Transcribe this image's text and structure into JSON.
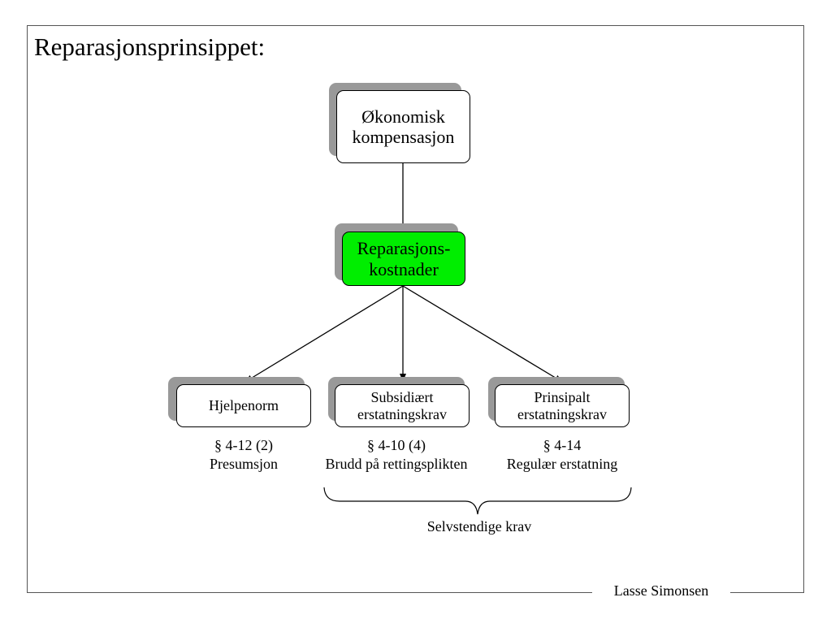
{
  "title": "Reparasjonsprinsippet:",
  "footer": {
    "author": "Lasse Simonsen"
  },
  "nodes": {
    "kompensasjon": {
      "lines": [
        "Økonomisk",
        "kompensasjon"
      ]
    },
    "reparasjon": {
      "lines": [
        "Reparasjons-",
        "kostnader"
      ],
      "color": "#00ee00"
    },
    "hjelpenorm": {
      "lines": [
        "Hjelpenorm"
      ]
    },
    "subsidiaert": {
      "lines": [
        "Subsidiært",
        "erstatningskrav"
      ]
    },
    "prinsipalt": {
      "lines": [
        "Prinsipalt",
        "erstatningskrav"
      ]
    }
  },
  "captions": {
    "hjelpenorm": [
      "§ 4-12 (2)",
      "Presumsjon"
    ],
    "subsidiaert": [
      "§ 4-10 (4)",
      "Brudd på rettingsplikten"
    ],
    "prinsipalt": [
      "§ 4-14",
      "Regulær erstatning"
    ]
  },
  "brace_label": "Selvstendige krav"
}
